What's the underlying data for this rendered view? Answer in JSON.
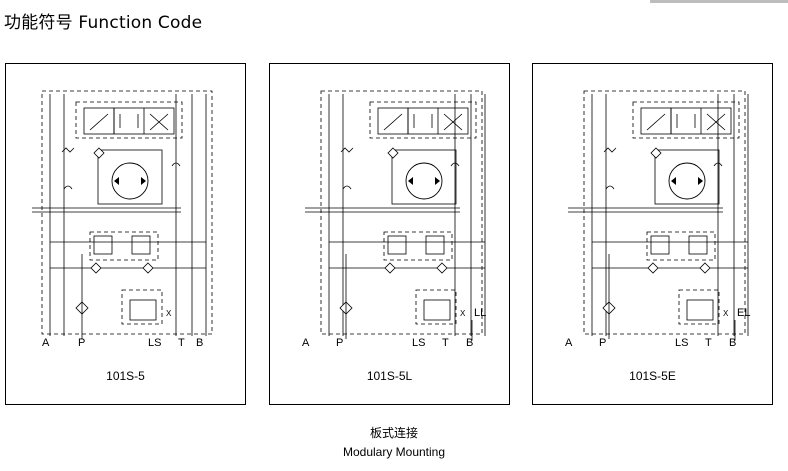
{
  "title": "功能符号 Function Code",
  "panels": [
    {
      "model": "101S-5",
      "ports": [
        "A",
        "P",
        "LS",
        "T",
        "B"
      ],
      "extra_port": ""
    },
    {
      "model": "101S-5L",
      "ports": [
        "A",
        "P",
        "LS",
        "T",
        "B"
      ],
      "extra_port": "LL"
    },
    {
      "model": "101S-5E",
      "ports": [
        "A",
        "P",
        "LS",
        "T",
        "B"
      ],
      "extra_port": "EL"
    }
  ],
  "caption": {
    "cn": "板式连接",
    "en": "Modulary Mounting"
  }
}
